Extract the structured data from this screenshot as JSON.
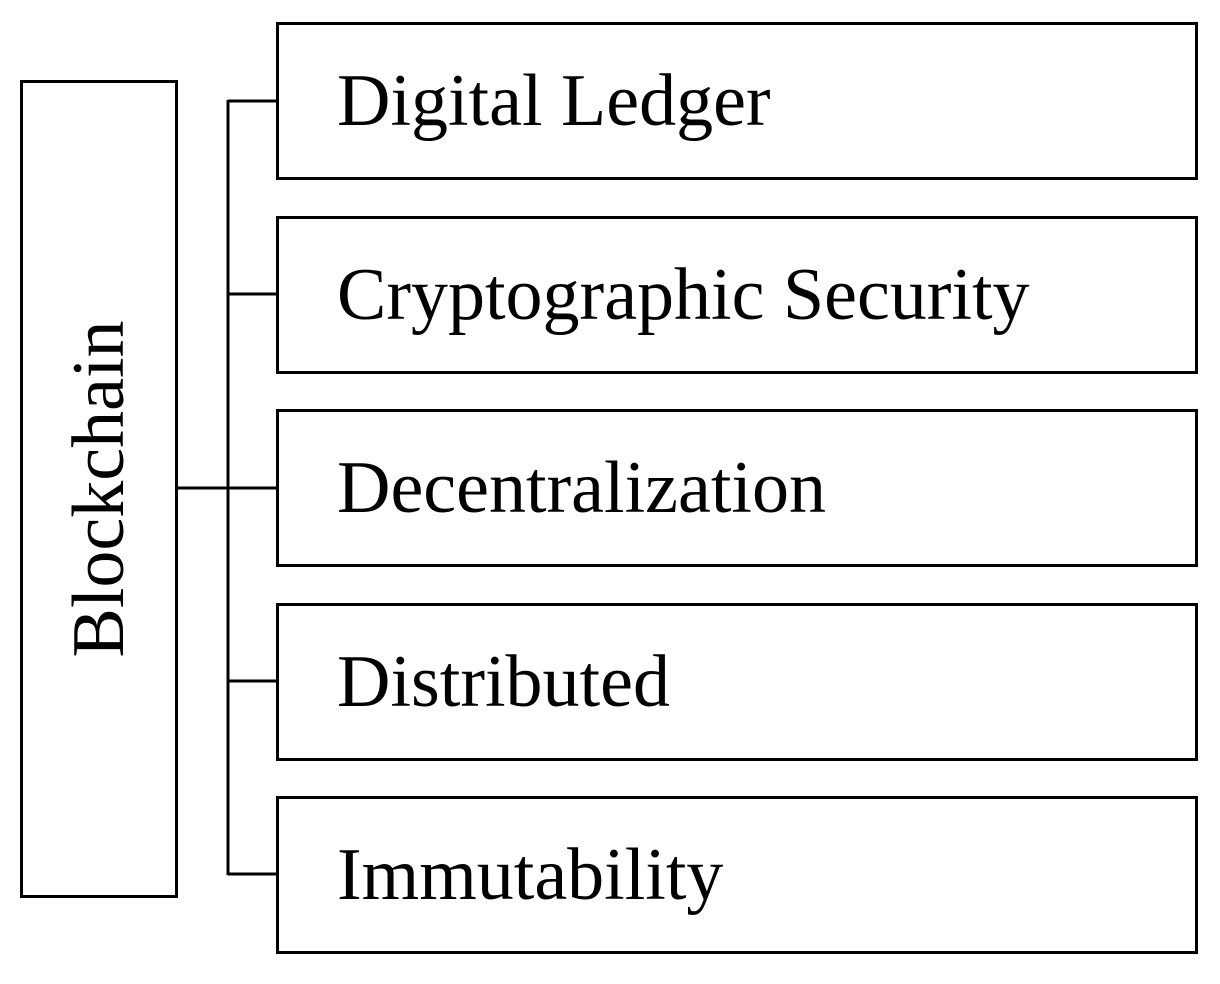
{
  "diagram": {
    "root": {
      "label": "Blockchain"
    },
    "children": [
      {
        "label": "Digital Ledger"
      },
      {
        "label": "Cryptographic Security"
      },
      {
        "label": "Decentralization"
      },
      {
        "label": "Distributed"
      },
      {
        "label": "Immutability"
      }
    ],
    "colors": {
      "stroke": "#000000",
      "background": "#ffffff",
      "text": "#000000"
    }
  }
}
